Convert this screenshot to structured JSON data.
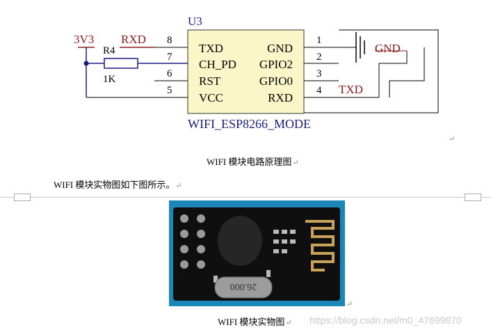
{
  "schematic": {
    "ref": "U3",
    "part": "WIFI_ESP8266_MODE",
    "power": "3V3",
    "resistor_ref": "R4",
    "resistor_value": "1K",
    "left_net": "RXD",
    "right_gnd": "GND",
    "right_net": "TXD",
    "left_pins": [
      {
        "num": "8",
        "name": "TXD"
      },
      {
        "num": "7",
        "name": "CH_PD"
      },
      {
        "num": "6",
        "name": "RST"
      },
      {
        "num": "5",
        "name": "VCC"
      }
    ],
    "right_pins": [
      {
        "num": "1",
        "name": "GND"
      },
      {
        "num": "2",
        "name": "GPIO2"
      },
      {
        "num": "3",
        "name": "GPIO0"
      },
      {
        "num": "4",
        "name": "RXD"
      }
    ],
    "colors": {
      "net": "#8b1a1a",
      "chip_fill": "#fbf6c8",
      "label_blue": "#1a1a80"
    }
  },
  "captions": {
    "schematic_caption": "WIFI 模块电路原理图",
    "intro_text": "WIFI 模块实物图如下图所示。",
    "photo_caption": "WIFI 模块实物图",
    "crystal_marking": "26.000"
  },
  "watermark": "https://blog.csdn.net/m0_47699870"
}
